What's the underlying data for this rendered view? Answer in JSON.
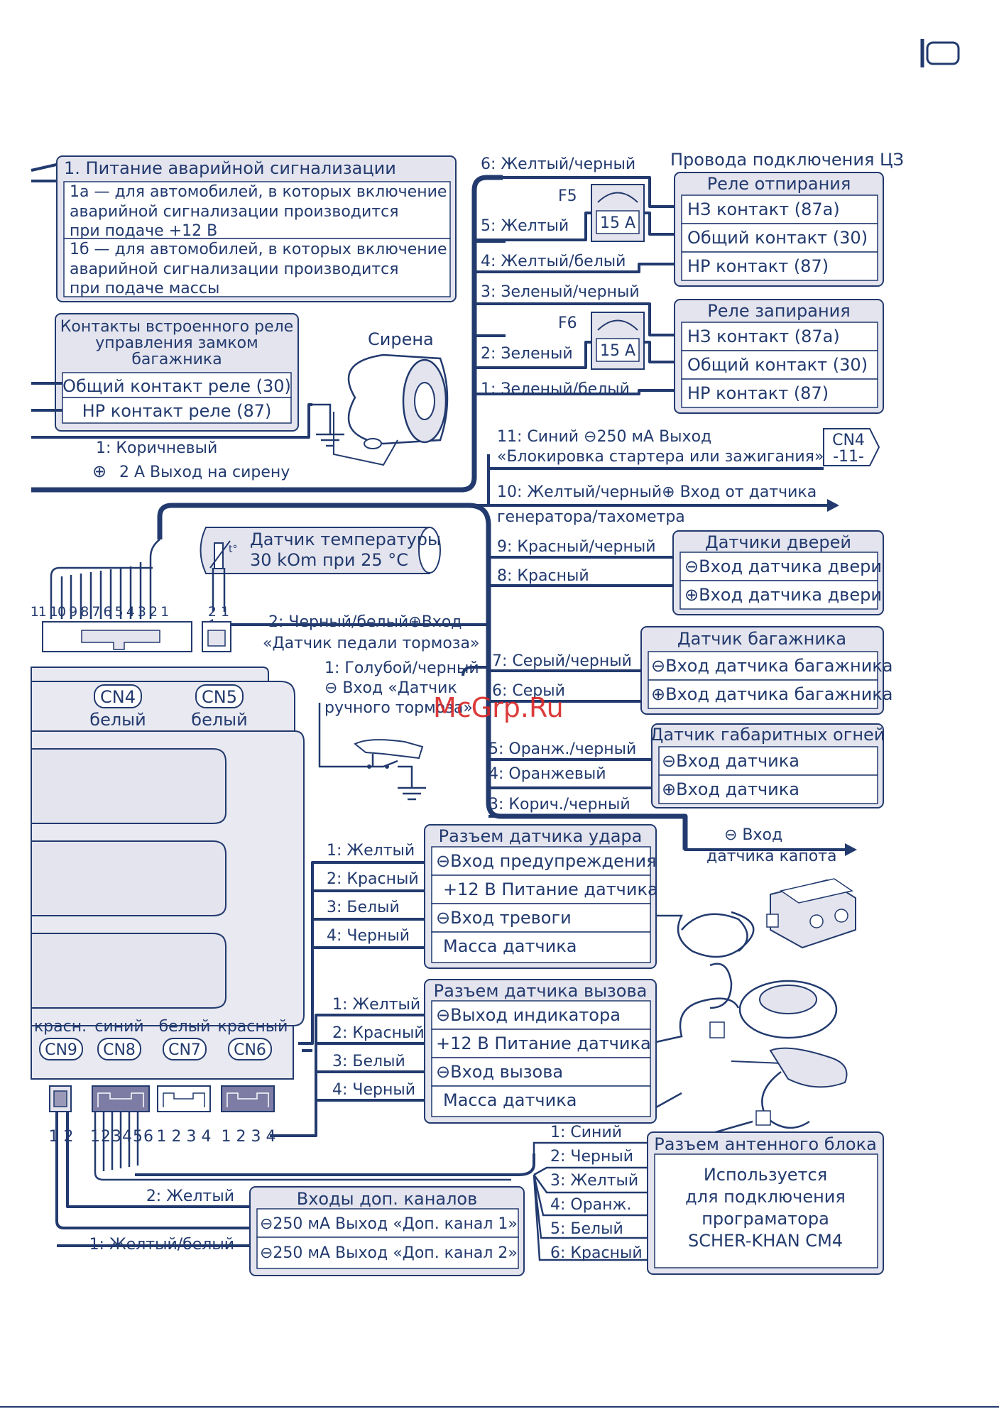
{
  "page": {
    "corner_tab": "",
    "watermark": "McGrp.Ru"
  },
  "emergency": {
    "title": "1. Питание аварийной сигнализации",
    "a_lines": [
      "1а — для автомобилей, в которых включение",
      "аварийной сигнализации производится",
      "при подаче +12 В"
    ],
    "b_lines": [
      "1б — для автомобилей, в которых включение",
      "аварийной сигнализации производится",
      "при подаче массы"
    ]
  },
  "trunk_relay": {
    "title_lines": [
      "Контакты встроенного реле",
      "управления замком",
      "багажника"
    ],
    "rows": [
      "Общий контакт реле (30)",
      "НР контакт реле (87)"
    ]
  },
  "siren": {
    "title": "Сирена",
    "wire": "1: Коричневый",
    "output": "2 А Выход на сирену"
  },
  "central_lock": {
    "title": "Провода подключения ЦЗ",
    "unlock_relay": {
      "title": "Реле  отпирания",
      "rows": [
        "НЗ контакт (87а)",
        "Общий контакт (30)",
        "НР контакт (87)"
      ]
    },
    "lock_relay": {
      "title": "Реле запирания",
      "rows": [
        "НЗ контакт (87а)",
        "Общий контакт (30)",
        "НР контакт (87)"
      ]
    },
    "fuse_f5": {
      "name": "F5",
      "rating": "15 А"
    },
    "fuse_f6": {
      "name": "F6",
      "rating": "15 А"
    },
    "wires": [
      "6: Желтый/черный",
      "5: Желтый",
      "4: Желтый/белый",
      "3: Зеленый/черный",
      "2: Зеленый",
      "1: Зеленый/белый"
    ]
  },
  "starter_block": {
    "line1": "11: Синий ⊖250 мА Выход",
    "line2": "«Блокировка стартера или зажигания»",
    "tag_top": "CN4",
    "tag_bottom": "-11-"
  },
  "generator": {
    "line1": "10: Желтый/черный⊕ Вход от датчика",
    "line2": "генератора/тахометра"
  },
  "doors": {
    "title": "Датчики дверей",
    "wires": [
      "9: Красный/черный",
      "8: Красный"
    ],
    "rows": [
      "⊖Вход датчика двери",
      "⊕Вход датчика двери"
    ]
  },
  "temperature": {
    "line1": "Датчик температуры",
    "line2": "30 kOm при 25 °С",
    "pins": "2 1",
    "symbol": "t°"
  },
  "brake_pedal": {
    "line1": "2: Черный/белый⊕Вход",
    "line2": "«Датчик педали тормоза»"
  },
  "trunk_sensor": {
    "title": "Датчик багажника",
    "wires": [
      "7: Серый/черный",
      "6: Серый"
    ],
    "rows": [
      "⊖Вход датчика багажника",
      "⊕Вход датчика багажника"
    ]
  },
  "handbrake": {
    "line1": "1: Голубой/черный",
    "line2": "⊖ Вход «Датчик",
    "line3": "ручного тормоза»"
  },
  "parking_lights": {
    "title": "Датчик габаритных огней",
    "wires": [
      "5: Оранж./черный",
      "4: Оранжевый"
    ],
    "rows": [
      "⊖Вход датчика",
      "⊕Вход датчика"
    ]
  },
  "hood": {
    "wire": "3: Корич./черный",
    "line1": "⊖ Вход",
    "line2": "датчика капота"
  },
  "main_connectors": {
    "pins_cn4": "11 10 9 8 7 6 5 4 3 2 1",
    "cn4": "CN4",
    "cn4_color": "белый",
    "cn5": "CN5",
    "cn5_color": "белый"
  },
  "shock_sensor": {
    "title": "Разъем датчика удара",
    "wires": [
      "1: Желтый",
      "2: Красный",
      "3: Белый",
      "4: Черный"
    ],
    "rows": [
      "⊖Вход предупреждения",
      "+12 В Питание датчика",
      "⊖Вход тревоги",
      "Масса датчика"
    ]
  },
  "call_sensor": {
    "title": "Разъем датчика вызова",
    "wires": [
      "1: Желтый",
      "2: Красный",
      "3: Белый",
      "4: Черный"
    ],
    "rows": [
      "⊖Выход индикатора",
      "+12 В Питание датчика",
      "⊖Вход вызова",
      "Масса датчика"
    ]
  },
  "bottom_connectors": [
    {
      "color": "красн.",
      "name": "CN9",
      "pins": "1 2"
    },
    {
      "color": "синий",
      "name": "CN8",
      "pins": "1 2 3 4 5 6"
    },
    {
      "color": "белый",
      "name": "CN7",
      "pins": "1 2 3 4"
    },
    {
      "color": "красный",
      "name": "CN6",
      "pins": "1 2 3 4"
    }
  ],
  "antenna": {
    "title": "Разъем антенного блока",
    "wires": [
      "1: Синий",
      "2: Черный",
      "3: Желтый",
      "4: Оранж.",
      "5: Белый",
      "6: Красный"
    ],
    "desc_lines": [
      "Используется",
      "для подключения",
      "програматора",
      "SCHER-KHAN CM4"
    ]
  },
  "aux_channels": {
    "title": "Входы  доп. каналов",
    "wires": [
      "2: Желтый",
      "1: Желтый/белый"
    ],
    "rows": [
      "⊖250 мА Выход «Доп. канал 1»",
      "⊖250 мА Выход «Доп. канал 2»"
    ]
  }
}
